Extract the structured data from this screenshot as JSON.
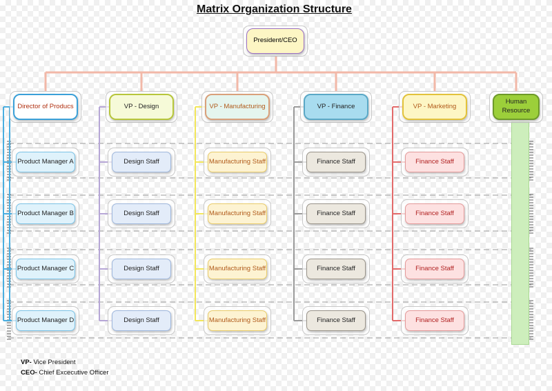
{
  "title": "Matrix Organization Structure",
  "ceo": "President/CEO",
  "columns": [
    {
      "head": "Director of Producs",
      "head_color": "#3aa0d8",
      "head_bg": "#ffffff",
      "line_color": "#4aaee0",
      "staff": [
        "Product Manager A",
        "Product Manager B",
        "Product Manager C",
        "Product Manager D"
      ],
      "staff_bg": "#dff2fb",
      "staff_border": "#7cc3e6",
      "text_color": "#222222"
    },
    {
      "head": "VP - Design",
      "head_color": "#b7c63a",
      "head_bg": "#f6fad8",
      "line_color": "#b6a6d6",
      "staff": [
        "Design Staff",
        "Design Staff",
        "Design Staff",
        "Design Staff"
      ],
      "staff_bg": "#e3ecf9",
      "staff_border": "#9fb7dc",
      "text_color": "#222222"
    },
    {
      "head": "VP - Manufacturing",
      "head_color": "#d9a07a",
      "head_bg": "#e5f5ee",
      "line_color": "#f2e65a",
      "staff": [
        "Manufacturing Staff",
        "Manufacturing Staff",
        "Manufacturing Staff",
        "Manufacturing Staff"
      ],
      "staff_bg": "#fdf3d2",
      "staff_border": "#e9cc6a",
      "text_color": "#b05a1a"
    },
    {
      "head": "VP - Finance",
      "head_color": "#5aa8c6",
      "head_bg": "#a8dcef",
      "line_color": "#9a9a9a",
      "staff": [
        "Finance Staff",
        "Finance Staff",
        "Finance Staff",
        "Finance Staff"
      ],
      "staff_bg": "#ece8df",
      "staff_border": "#9a948a",
      "text_color": "#222222"
    },
    {
      "head": "VP - Marketing",
      "head_color": "#e2c23a",
      "head_bg": "#fdf6c4",
      "line_color": "#e36a6a",
      "staff": [
        "Finance Staff",
        "Finance Staff",
        "Finance Staff",
        "Finance Staff"
      ],
      "staff_bg": "#fde1e1",
      "staff_border": "#e49a9a",
      "text_color": "#b02020"
    },
    {
      "head": "Human Resource",
      "head_color": "#6e9a2a",
      "head_bg": "#9ccf3a",
      "line_color": "#a9d892",
      "staff": [],
      "staff_bg": "",
      "staff_border": "",
      "text_color": "#222222"
    }
  ],
  "ceo_line_color": "#f2b8a8",
  "legend": [
    {
      "abbr": "VP-",
      "text": "Vice President"
    },
    {
      "abbr": "CEO-",
      "text": "Chief Excecutive Officer"
    }
  ]
}
